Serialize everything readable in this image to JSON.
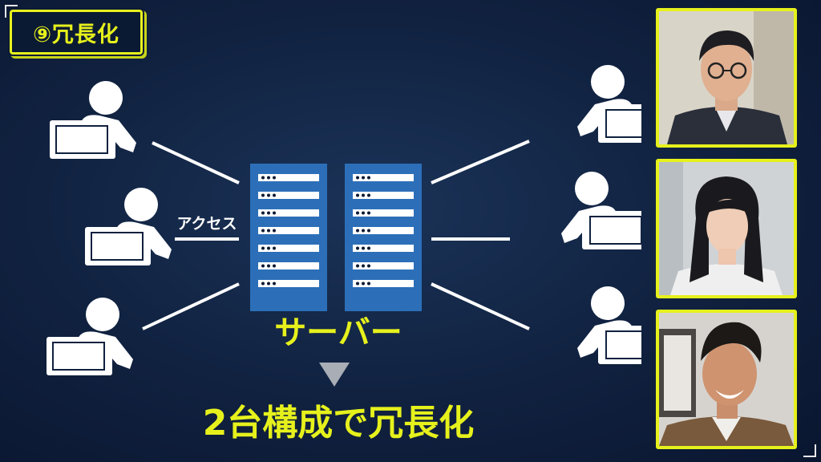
{
  "badge": {
    "text": "⑨冗長化"
  },
  "diagram": {
    "access_label": "アクセス",
    "server_label": "サーバー",
    "result_label": "2台構成で冗長化",
    "arrow_icon": "down-triangle-icon",
    "colors": {
      "accent": "#e6f11c",
      "server": "#2c6fb8",
      "background": "#10213f",
      "user": "#ffffff"
    }
  },
  "panels": [
    {
      "name": "speaker-1",
      "desc_icon": "man-with-glasses"
    },
    {
      "name": "speaker-2",
      "desc_icon": "woman-long-hair"
    },
    {
      "name": "speaker-3",
      "desc_icon": "man-smiling"
    }
  ]
}
